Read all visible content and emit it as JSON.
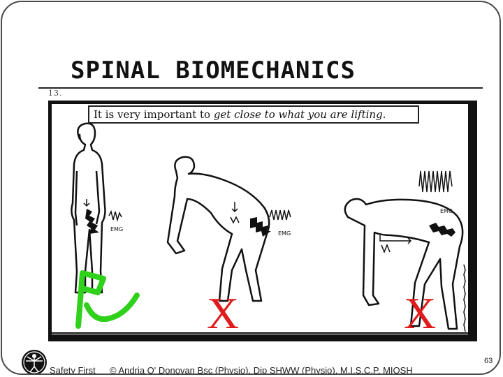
{
  "slide": {
    "title": "SPINAL BIOMECHANICS",
    "number_fragment": "13.",
    "number": "63"
  },
  "figure": {
    "caption_plain": "It is very important to ",
    "caption_italic": "get close to what you are lifting",
    "caption_end": ".",
    "emg_label": "EMG",
    "x_mark": "X",
    "colors": {
      "x_mark": "#e01b1b",
      "check_mark": "#2fd11b",
      "frame": "#111111"
    }
  },
  "footer": {
    "section": "Safety First",
    "copyright": "© Andria O' Donovan Bsc (Physio), Dip SHWW (Physio), M.I.S.C.P. MIOSH",
    "logo_icon": "vitruvian-man-icon"
  }
}
